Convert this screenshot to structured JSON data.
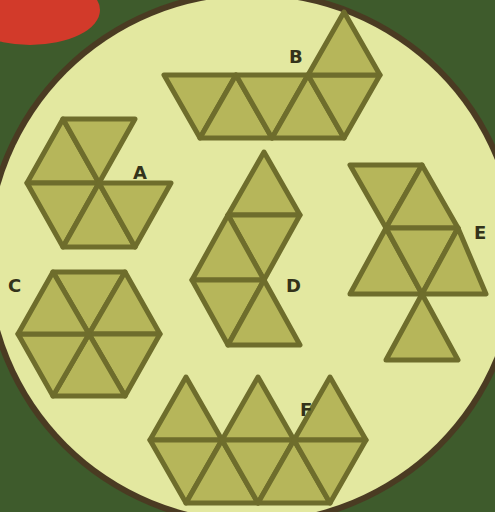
{
  "diagram": {
    "labels": [
      "B",
      "A",
      "C",
      "D",
      "E",
      "F"
    ]
  }
}
